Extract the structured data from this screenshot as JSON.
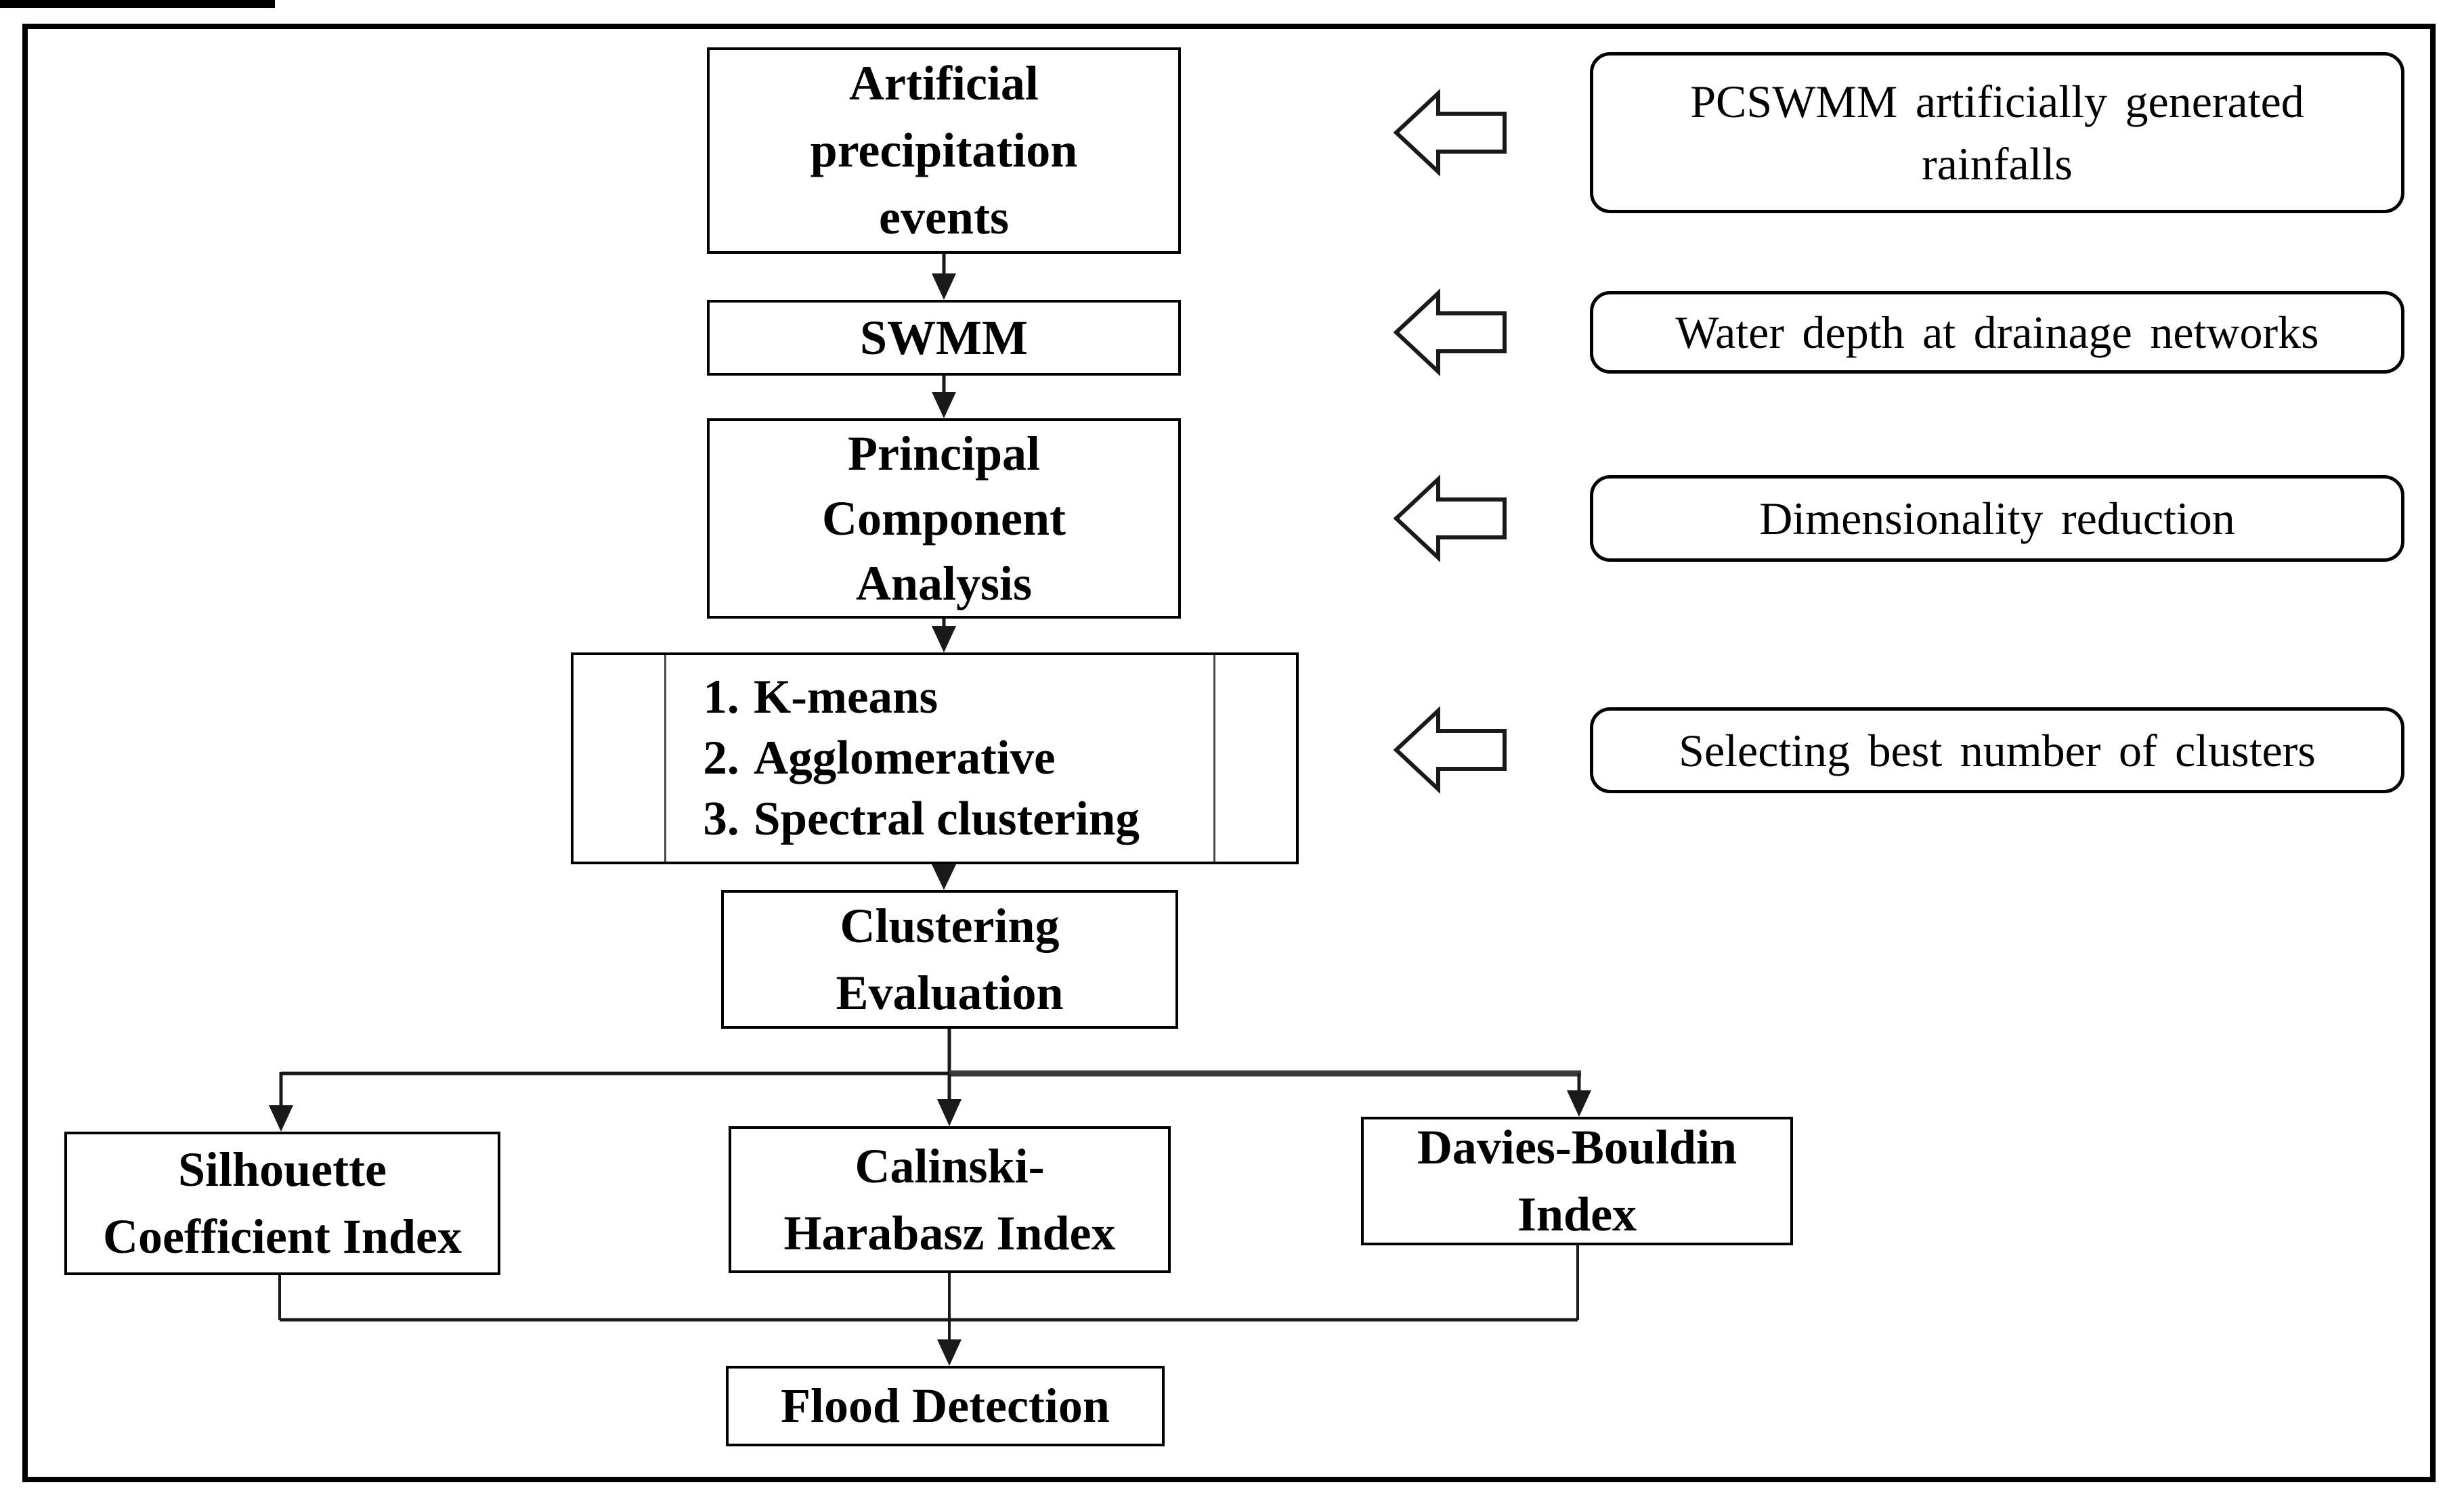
{
  "colors": {
    "ink": "#000000",
    "connector": "#1a1a1a",
    "branch_line": "#3a3a3a",
    "background": "#ffffff"
  },
  "flow": {
    "precipitation": {
      "lines": [
        "Artificial",
        "precipitation",
        "events"
      ]
    },
    "swmm": {
      "label": "SWMM"
    },
    "pca": {
      "lines": [
        "Principal",
        "Component",
        "Analysis"
      ]
    },
    "methods": {
      "items": [
        {
          "num": "1.",
          "label": "K-means"
        },
        {
          "num": "2.",
          "label": "Agglomerative"
        },
        {
          "num": "3.",
          "label": "Spectral clustering"
        }
      ]
    },
    "evaluation": {
      "lines": [
        "Clustering",
        "Evaluation"
      ]
    },
    "silhouette": {
      "lines": [
        "Silhouette",
        "Coefficient Index"
      ]
    },
    "calinski": {
      "lines": [
        "Calinski-",
        "Harabasz Index"
      ]
    },
    "davies": {
      "lines": [
        "Davies-Bouldin",
        "Index"
      ]
    },
    "flood": {
      "label": "Flood Detection"
    }
  },
  "annotations": {
    "rainfalls": {
      "lines": [
        "PCSWMM artificially generated",
        "rainfalls"
      ]
    },
    "water_depth": {
      "lines": [
        "Water depth at drainage networks"
      ]
    },
    "dimensionality": {
      "lines": [
        "Dimensionality reduction"
      ]
    },
    "clusters": {
      "lines": [
        "Selecting best number of clusters"
      ]
    }
  }
}
